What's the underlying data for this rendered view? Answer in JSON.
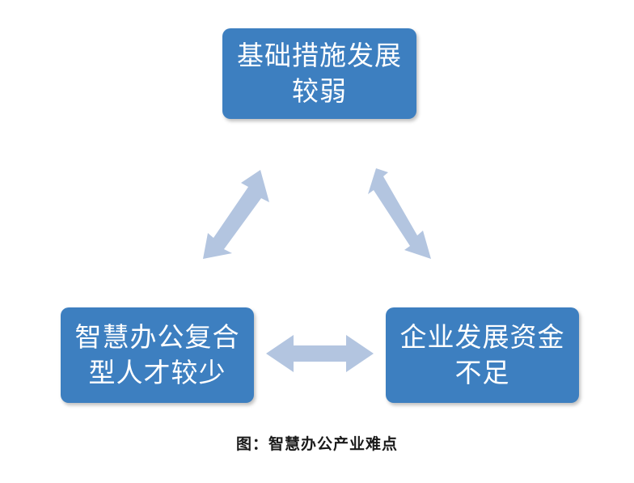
{
  "diagram": {
    "nodes": {
      "top": {
        "line1": "基础措施发展",
        "line2": "较弱"
      },
      "left": {
        "line1": "智慧办公复合",
        "line2": "型人才较少"
      },
      "right": {
        "line1": "企业发展资金",
        "line2": "不足"
      }
    },
    "caption": "图：智慧办公产业难点",
    "colors": {
      "node_fill": "#3d7fc0",
      "node_text": "#ffffff",
      "arrow_fill": "#b3c5e0"
    }
  }
}
